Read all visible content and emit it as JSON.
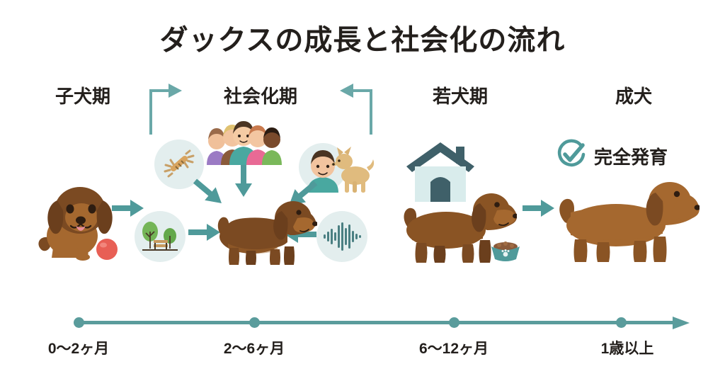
{
  "page": {
    "title": "ダックスの成長と社会化の流れ",
    "background_color": "#ffffff",
    "accent_color": "#4f9a9a",
    "accent_light_color": "#e3eeee",
    "text_color": "#231f1c",
    "dog_body_color": "#a5682f",
    "dog_dark_color": "#7b4a22"
  },
  "stages": [
    {
      "key": "puppy",
      "label": "子犬期",
      "timeline": "0〜2ヶ月"
    },
    {
      "key": "socialization",
      "label": "社会化期",
      "timeline": "2〜6ヶ月"
    },
    {
      "key": "young",
      "label": "若犬期",
      "timeline": "6〜12ヶ月"
    },
    {
      "key": "adult",
      "label": "成犬",
      "timeline": "1歳以上"
    }
  ],
  "socialization_icons": [
    {
      "key": "rope-toy",
      "name": "rope-toy-icon"
    },
    {
      "key": "park",
      "name": "park-bench-icon"
    },
    {
      "key": "people",
      "name": "people-group-icon"
    },
    {
      "key": "person-dog",
      "name": "person-with-dog-icon"
    },
    {
      "key": "sound",
      "name": "sound-wave-icon"
    }
  ],
  "badge": {
    "label": "完全発育",
    "icon": "circle-check-icon",
    "color": "#4f9a9a"
  },
  "timeline": {
    "ticks": [
      "0〜2ヶ月",
      "2〜6ヶ月",
      "6〜12ヶ月",
      "1歳以上"
    ],
    "color": "#5a9c9c"
  }
}
